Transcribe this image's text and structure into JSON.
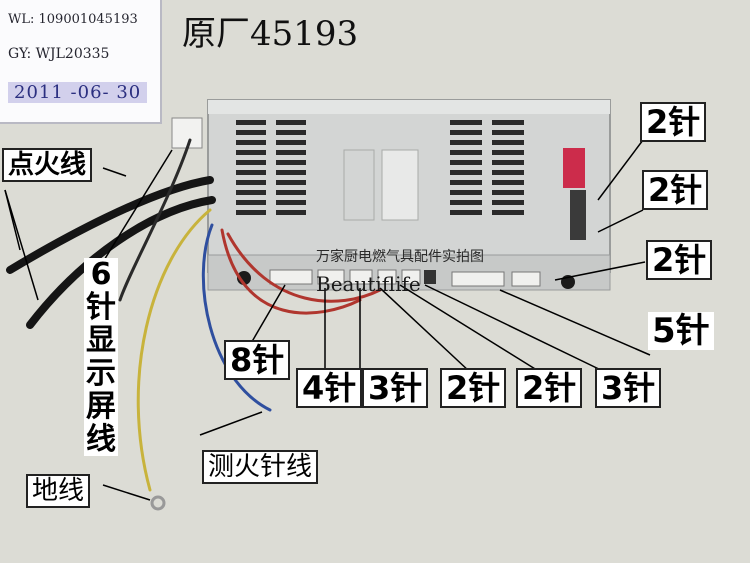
{
  "sticker": {
    "wl": "WL: 109001045193",
    "gy": "GY: WJL20335",
    "date": "2011 -06- 30"
  },
  "heading": "原厂45193",
  "labels": {
    "ignition_wire": "点火线",
    "display_wire": [
      "6",
      "针",
      "显",
      "示",
      "屏",
      "线"
    ],
    "pin8": "8针",
    "pin4": "4针",
    "pin3a": "3针",
    "pin2a": "2针",
    "pin2b": "2针",
    "pin3b": "3针",
    "pin5": "5针",
    "right_top": "2针",
    "right_mid": "2针",
    "right_low": "2针",
    "flame_probe": "测火针线",
    "ground": "地线"
  },
  "watermark": "万家厨电燃气具配件实拍图",
  "watermark2": "Beautiflife",
  "colors": {
    "background": "#d9d9d2",
    "board": "#d3d5d4",
    "wire_black": "#151515",
    "wire_red": "#b0362e",
    "wire_yellow": "#c8b33c",
    "wire_blue": "#2f4f9f"
  }
}
